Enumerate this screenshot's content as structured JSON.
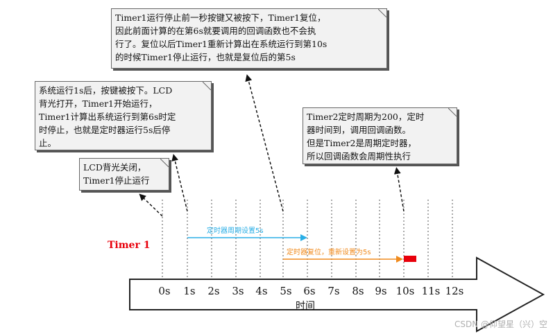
{
  "notes": {
    "note1": {
      "lines": [
        "Timer1运行停止前一秒按键又被按下，Timer1复位，",
        "因此前面计算的在第6s就要调用的回调函数也不会执",
        "行了。复位以后Timer1重新计算出在系统运行到第10s",
        "的时候Timer1停止运行，也就是复位后的第5s"
      ]
    },
    "note2": {
      "lines": [
        "系统运行1s后，按键被按下。LCD",
        "背光打开，Timer1开始运行，",
        "Timer1计算出系统运行到第6s时定",
        "时停止，也就是定时器运行5s后停",
        "止。"
      ]
    },
    "note3": {
      "lines": [
        "Timer2定时周期为200，定时",
        "器时间到，调用回调函数。",
        "但是Timer2是周期定时器，",
        "所以回调函数会周期性执行"
      ]
    },
    "note4": {
      "lines": [
        "LCD背光关闭，",
        "Timer1停止运行"
      ]
    }
  },
  "timeline": {
    "tick_labels": [
      "0s",
      "1s",
      "2s",
      "3s",
      "4s",
      "5s",
      "6s",
      "7s",
      "8s",
      "9s",
      "10s",
      "11s",
      "12s"
    ],
    "axis_title": "时间",
    "timer_label": "Timer 1",
    "period_arrow_label": "定时器周期设置5s",
    "reset_arrow_label": "定时器复位，重新设置为5s"
  },
  "colors": {
    "period_arrow": "#29aee6",
    "reset_arrow": "#f08a1c",
    "end_marker": "#e8000b",
    "timer_label": "#e8000b"
  },
  "watermark": "CSDN @仰望星（兴）空"
}
